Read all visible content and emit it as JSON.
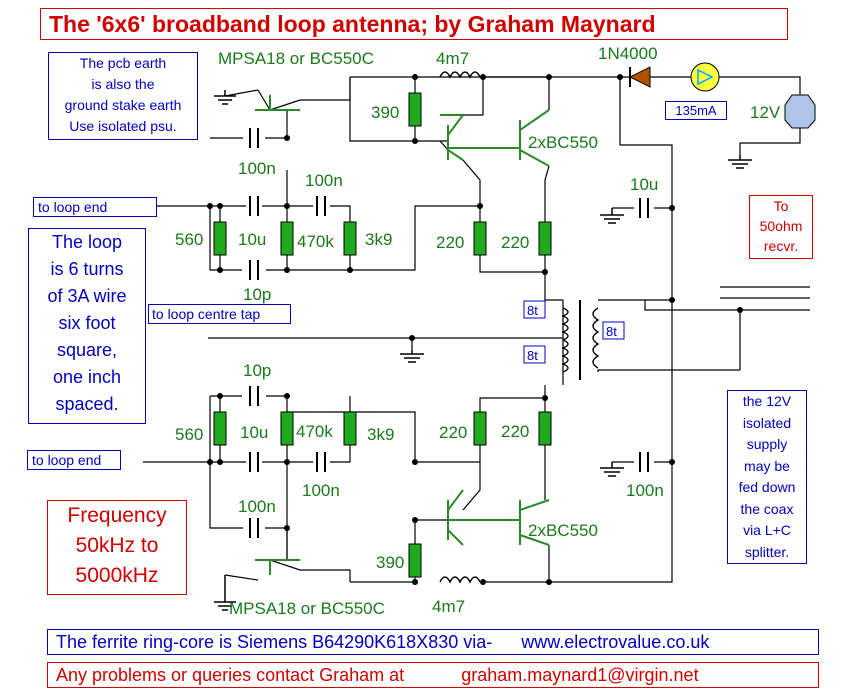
{
  "title": "The '6x6' broadband loop antenna; by Graham Maynard",
  "notes": {
    "pcb_earth": [
      "The pcb earth",
      "is also the",
      "ground stake earth",
      "Use isolated psu."
    ],
    "loop_desc": [
      "The loop",
      "is 6 turns",
      "of 3A wire",
      "six foot",
      "square,",
      "one inch",
      "spaced."
    ],
    "frequency": [
      "Frequency",
      "50kHz to",
      "5000kHz"
    ],
    "to_receiver": [
      "To",
      "50ohm",
      "recvr."
    ],
    "supply_note": [
      "the 12V",
      "isolated",
      "supply",
      "may be",
      "fed down",
      "the coax",
      "via L+C",
      "splitter."
    ],
    "loop_end_top": "to loop end",
    "loop_end_bottom": "to loop end",
    "centre_tap": "to loop centre tap",
    "current": "135mA"
  },
  "footer": {
    "ferrite_text": "The ferrite ring-core is Siemens B64290K618X830 via-",
    "ferrite_url": "www.electrovalue.co.uk",
    "contact_text": "Any problems or queries contact Graham at",
    "contact_email": "graham.maynard1@virgin.net"
  },
  "components": {
    "q_top": "MPSA18 or BC550C",
    "q_bottom": "MPSA18 or BC550C",
    "pair_top": "2xBC550",
    "pair_bottom": "2xBC550",
    "l_top": "4m7",
    "l_bottom": "4m7",
    "r390_top": "390",
    "r390_bottom": "390",
    "diode": "1N4000",
    "supply": "12V",
    "c100n_a": "100n",
    "c100n_b": "100n",
    "c100n_c": "100n",
    "c100n_d": "100n",
    "c100n_e": "100n",
    "c10u_top": "10u",
    "c10u_bottom": "10u",
    "c10u_supply": "10u",
    "r560_top": "560",
    "r560_bottom": "560",
    "r470k_top": "470k",
    "r470k_bottom": "470k",
    "r3k9_top": "3k9",
    "r3k9_bottom": "3k9",
    "r220_a": "220",
    "r220_b": "220",
    "r220_c": "220",
    "r220_d": "220",
    "c10p_top": "10p",
    "c10p_bottom": "10p",
    "tr_top": "8t",
    "tr_bottom": "8t",
    "tr_sec": "8t"
  }
}
